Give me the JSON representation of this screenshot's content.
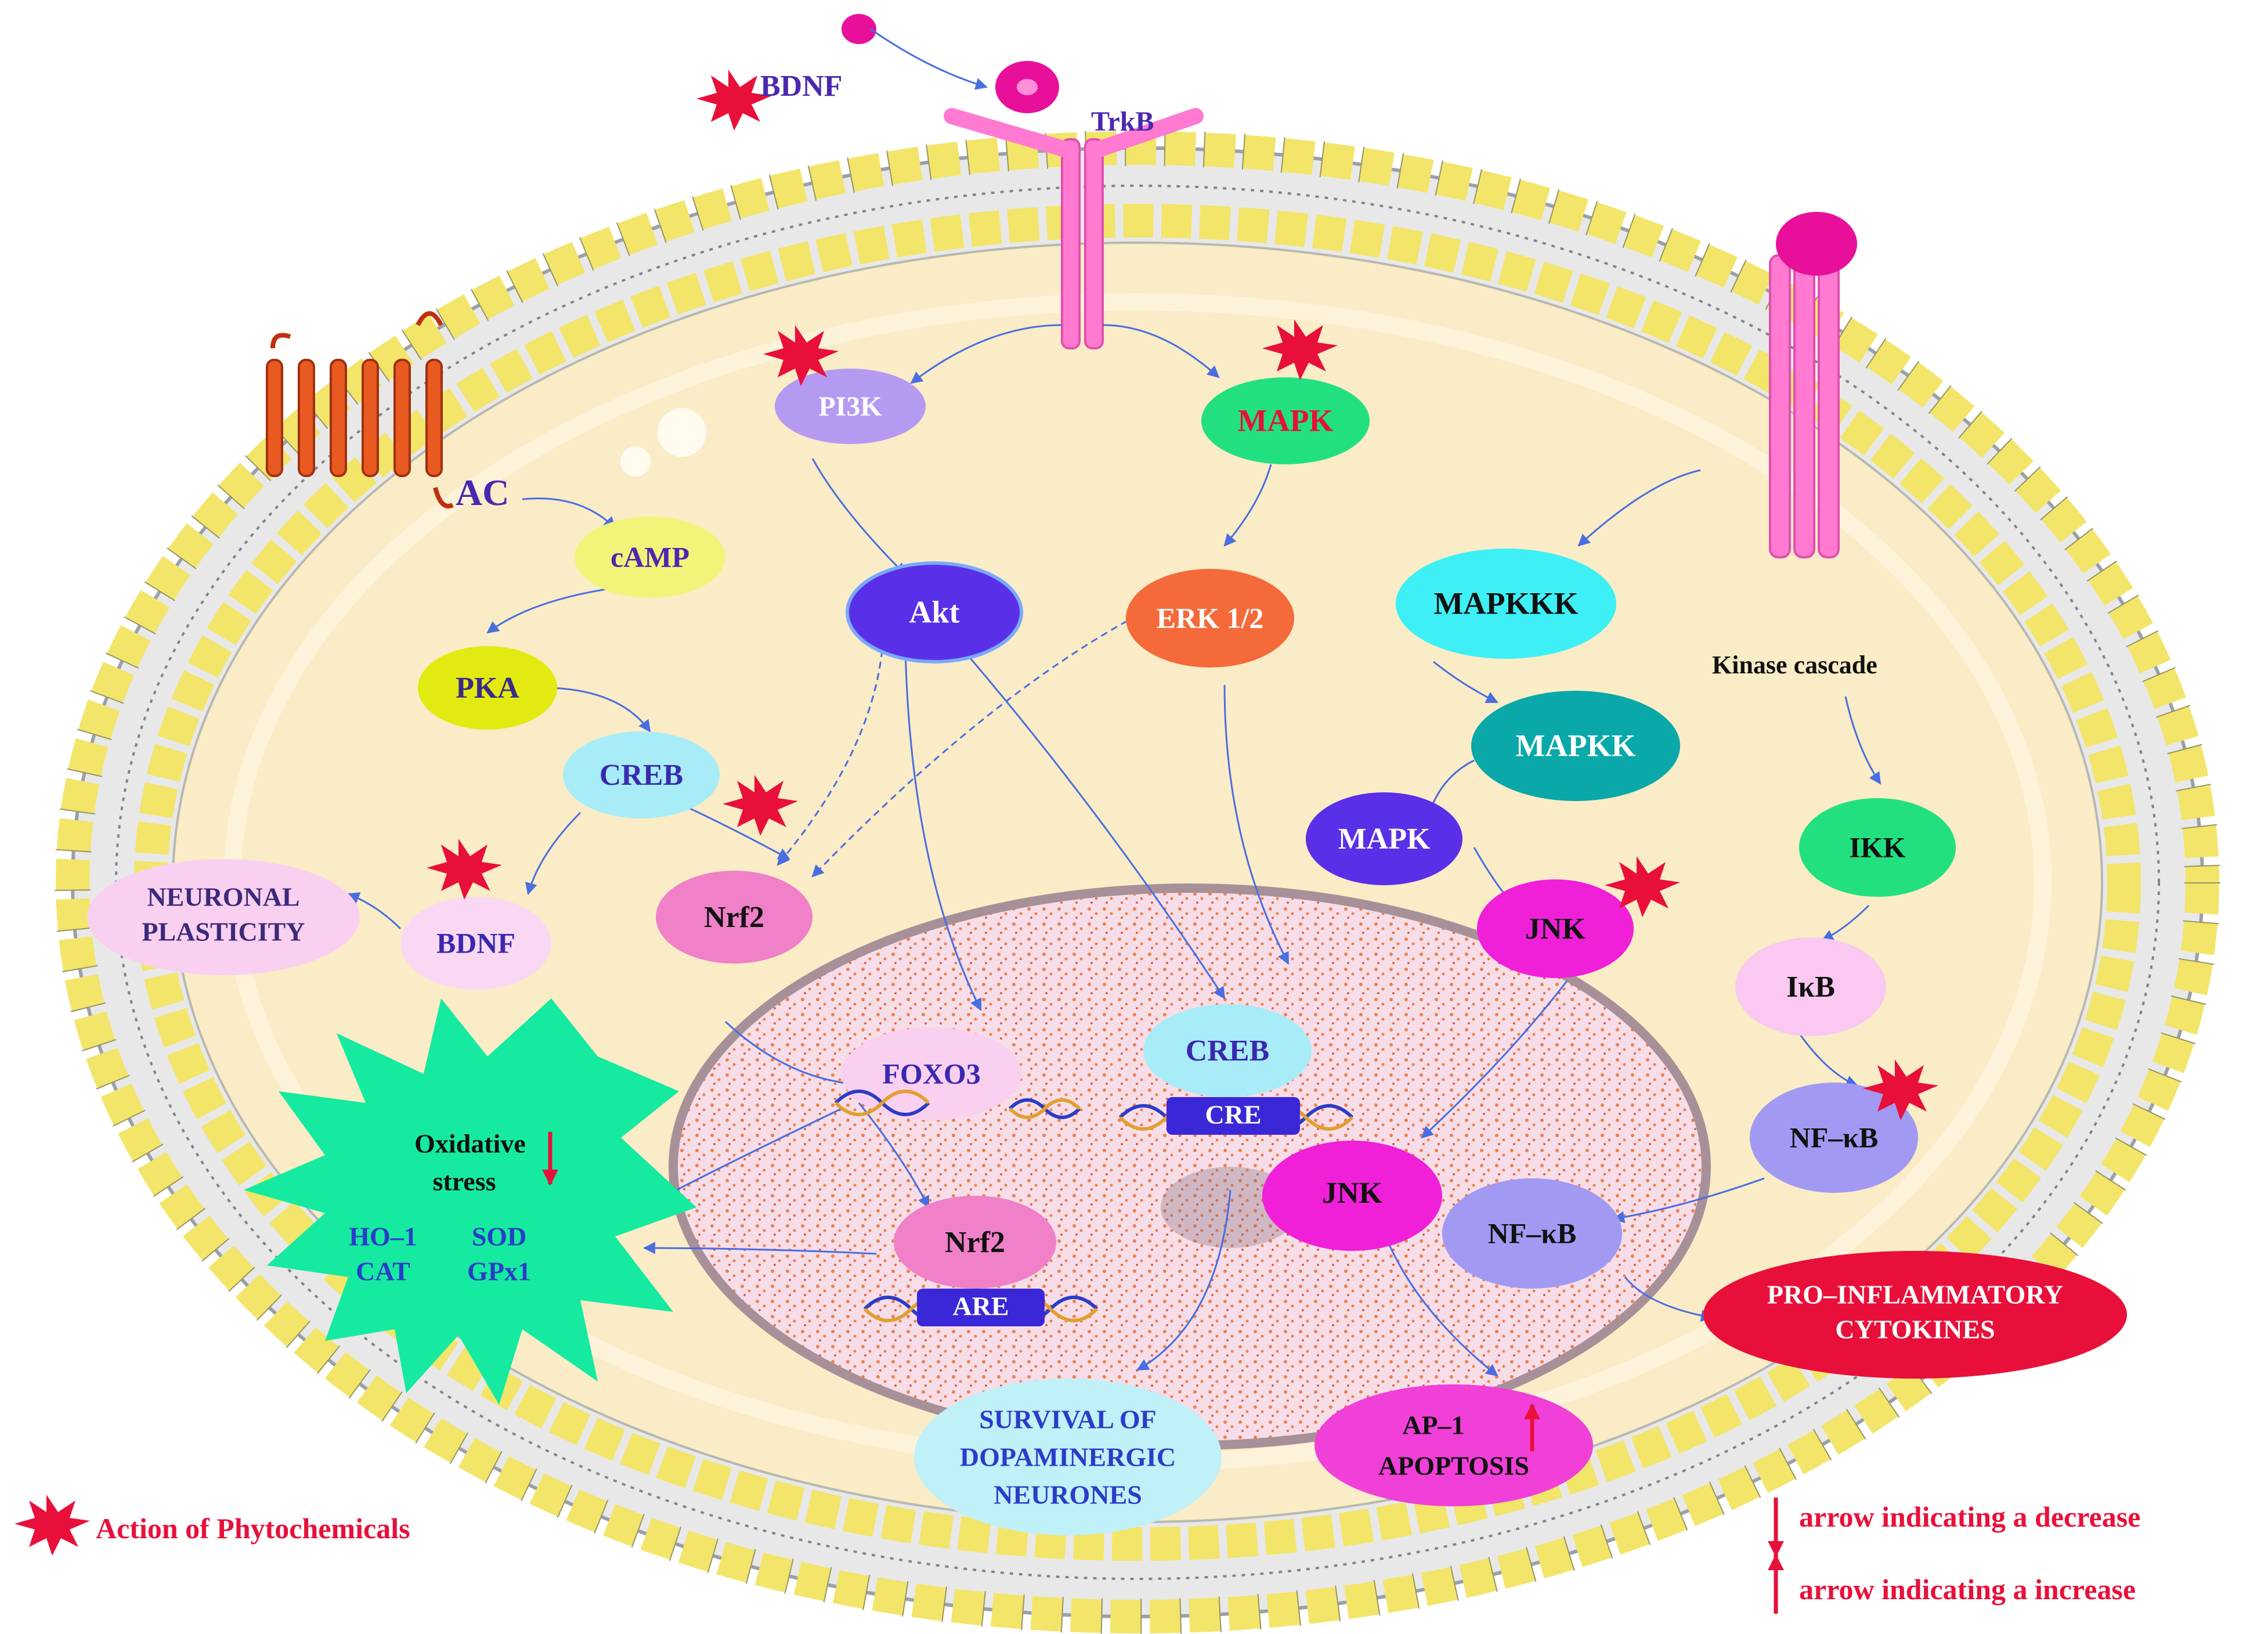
{
  "colors": {
    "cytoplasm": "#f9ecc6",
    "membrane_head": "#f2e56a",
    "phytochem": "#e8103a",
    "arrow": "#4a6de0",
    "nucleus": "#f6dde8",
    "nucleus_dots": "#f08048"
  },
  "top": {
    "bdnf_label": "BDNF",
    "trkb_label": "TrkB",
    "ac_label": "AC",
    "kinase_cascade_label": "Kinase cascade"
  },
  "nodes": {
    "pi3k": "PI3K",
    "mapk_top": "MAPK",
    "camp": "cAMP",
    "akt": "Akt",
    "erk": "ERK 1/2",
    "mapkkk": "MAPKKK",
    "pka": "PKA",
    "creb_cyto": "CREB",
    "mapkk": "MAPKK",
    "mapk_mid": "MAPK",
    "ikk": "IKK",
    "neuronal_plasticity_1": "NEURONAL",
    "neuronal_plasticity_2": "PLASTICITY",
    "bdnf_cyto": "BDNF",
    "nrf2_cyto": "Nrf2",
    "jnk_cyto": "JNK",
    "ikb": "IκB",
    "nfkb_cyto": "NF–κB",
    "foxo3": "FOXO3",
    "creb_nuc": "CREB",
    "cre": "CRE",
    "jnk_nuc": "JNK",
    "nfkb_nuc": "NF–κB",
    "nrf2_nuc": "Nrf2",
    "are": "ARE",
    "pro_inflam_1": "PRO–INFLAMMATORY",
    "pro_inflam_2": "CYTOKINES",
    "survival_1": "SURVIVAL OF",
    "survival_2": "DOPAMINERGIC",
    "survival_3": "NEURONES",
    "ap1": "AP–1",
    "apoptosis": "APOPTOSIS"
  },
  "oxidative": {
    "title_1": "Oxidative",
    "title_2": "stress",
    "ho1": "HO–1",
    "sod": "SOD",
    "cat": "CAT",
    "gpx1": "GPx1"
  },
  "legend": {
    "phytochem": "Action of Phytochemicals",
    "decrease": "arrow indicating a decrease",
    "increase": "arrow indicating a increase"
  }
}
